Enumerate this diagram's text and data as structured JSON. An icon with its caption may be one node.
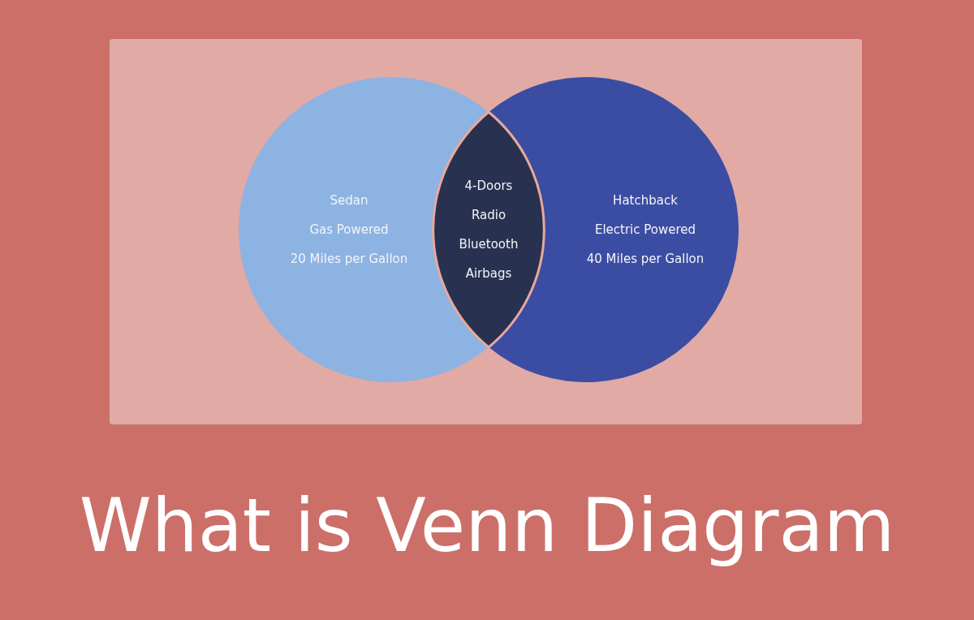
{
  "diagram": {
    "title": "What is Venn Diagram",
    "nodes": [
      {
        "text": [
          "Sedan",
          "Gas Powered",
          "20 Miles per Gallon"
        ]
      },
      {
        "text": [
          "4-Doors",
          "Radio",
          "Bluetooth",
          "Airbags"
        ]
      },
      {
        "text": [
          "Hatchback",
          "Electric Powered",
          "40 Miles per Gallon"
        ]
      }
    ]
  }
}
